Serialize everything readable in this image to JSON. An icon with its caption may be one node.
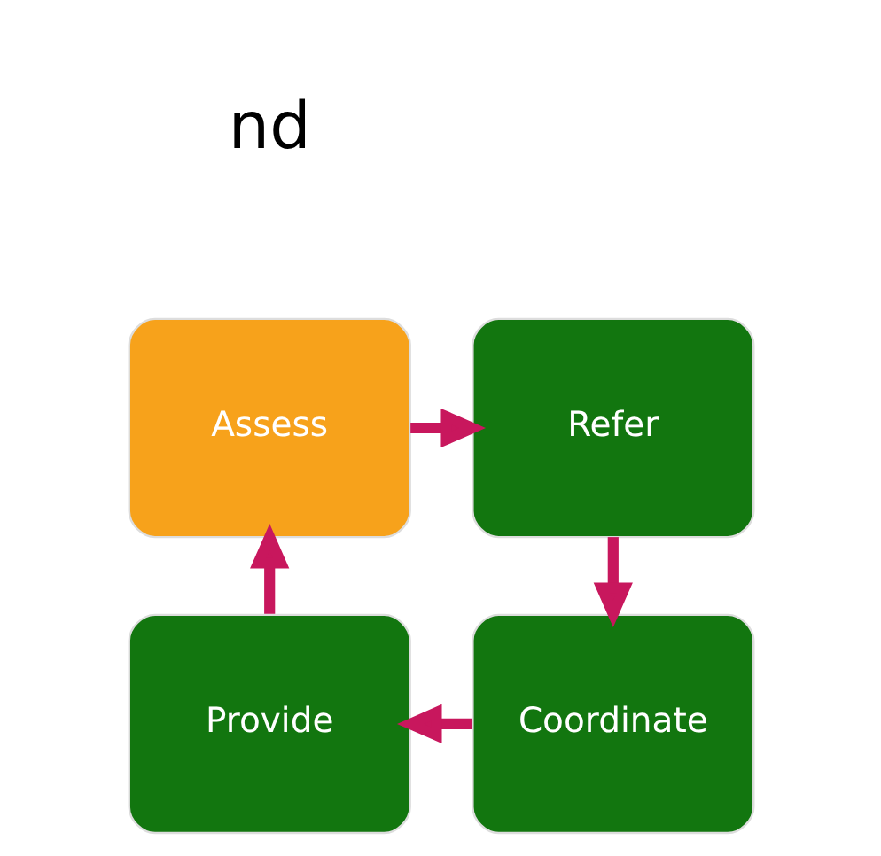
{
  "diagram": {
    "nodes": [
      {
        "text": [
          "Assess"
        ]
      },
      {
        "text": [
          "Refer"
        ]
      },
      {
        "text": [
          "Provide"
        ]
      },
      {
        "text": [
          "Coordinate"
        ]
      }
    ],
    "edges": [
      {
        "from": 0,
        "to": 1,
        "arrow": "to"
      },
      {
        "from": 1,
        "to": 3,
        "arrow": "to"
      },
      {
        "from": 3,
        "to": 2,
        "arrow": "to"
      },
      {
        "from": 2,
        "to": 0,
        "arrow": "to"
      }
    ],
    "labels": [
      "nd"
    ]
  }
}
